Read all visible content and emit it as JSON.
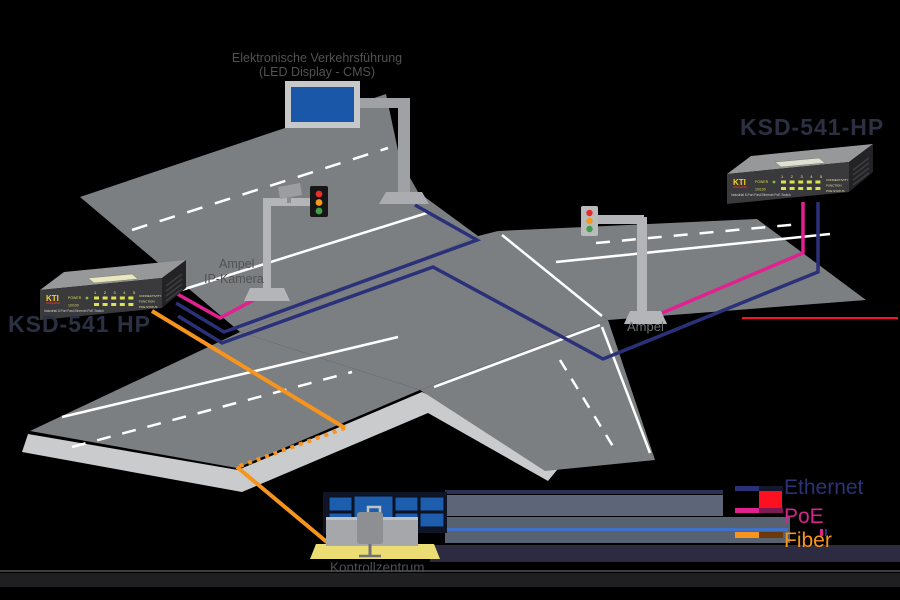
{
  "colors": {
    "ethernet": "#2b3178",
    "poe": "#e0218f",
    "fiber": "#f7941d",
    "ethernet_text": "#2b3376",
    "poe_text": "#d2268c",
    "fiber_text": "#f7941d",
    "road": "#7c7f82",
    "sidewalk": "#c9cbcd",
    "led_screen_blue": "#1b57a9",
    "monitor_blue": "#1d5dad",
    "platform_yellow": "#ecdc74",
    "red_accent": "#fe1020"
  },
  "header": {
    "display_label_line1": "Elektronische Verkehrsführung",
    "display_label_line2": "(LED Display - CMS)"
  },
  "devices": {
    "switch_left": {
      "title": "KSD-541 HP"
    },
    "switch_right": {
      "title": "KSD-541-HP"
    },
    "switch_front": {
      "logo": "KTI",
      "power_label": "POWER",
      "speed_label": "10/100",
      "port_numbers": "1 2 3 4 5",
      "led_labels": [
        "CONNECTIVITY",
        "FUNCTION",
        "POE STATUS"
      ],
      "product_line": "Industrial 5-Port Fast Ethernet PoE Switch"
    }
  },
  "labels": {
    "camera_pole_line1": "Ampel",
    "camera_pole_line2": "IP-Kamera",
    "traffic_light_right": "Ampel",
    "control_center": "Kontrollzentrum"
  },
  "legend": {
    "items": [
      {
        "label": "Ethernet"
      },
      {
        "label": "PoE"
      },
      {
        "label": "Fiber"
      }
    ]
  }
}
